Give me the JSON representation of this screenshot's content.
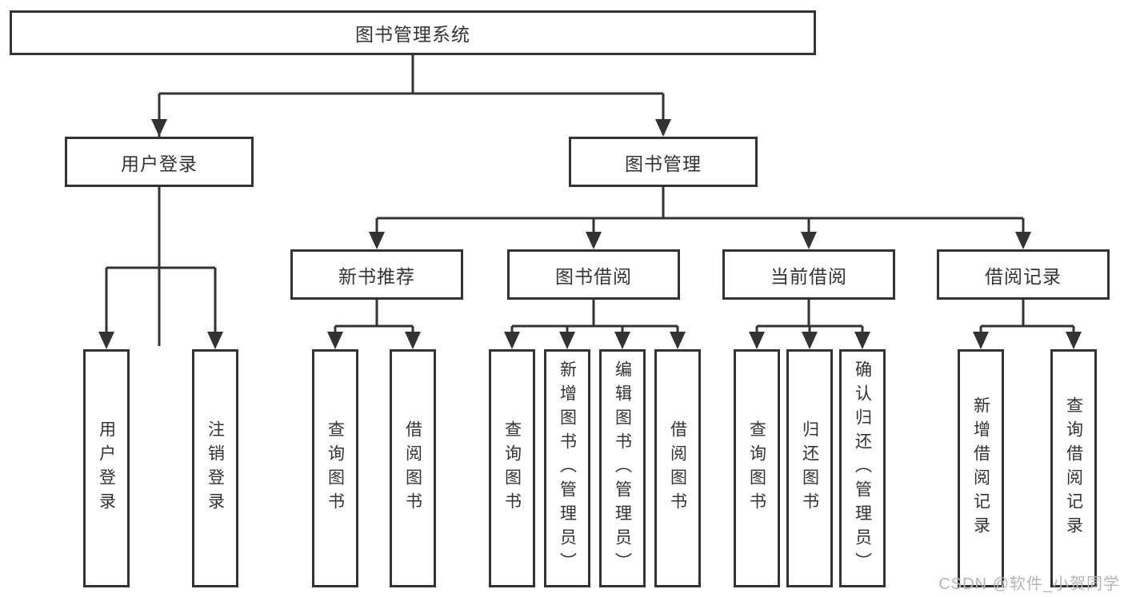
{
  "diagram": {
    "root": {
      "label": "图书管理系统"
    },
    "branches": {
      "user": {
        "label": "用户登录",
        "children": {
          "login": {
            "label": "用户登录"
          },
          "logout": {
            "label": "注销登录"
          }
        }
      },
      "books": {
        "label": "图书管理",
        "sections": {
          "recommend": {
            "label": "新书推荐",
            "children": {
              "query": {
                "label": "查询图书"
              },
              "borrow": {
                "label": "借阅图书"
              }
            }
          },
          "borrow": {
            "label": "图书借阅",
            "children": {
              "query": {
                "label": "查询图书"
              },
              "add": {
                "label": "新增图书（管理员）"
              },
              "edit": {
                "label": "编辑图书（管理员）"
              },
              "borrow": {
                "label": "借阅图书"
              }
            }
          },
          "current": {
            "label": "当前借阅",
            "children": {
              "query": {
                "label": "查询图书"
              },
              "return": {
                "label": "归还图书"
              },
              "confirm": {
                "label": "确认归还（管理员）"
              }
            }
          },
          "records": {
            "label": "借阅记录",
            "children": {
              "add": {
                "label": "新增借阅记录"
              },
              "query": {
                "label": "查询借阅记录"
              }
            }
          }
        }
      }
    }
  },
  "watermark": {
    "text": "CSDN @软件_小贺同学"
  },
  "colors": {
    "line": "#333333",
    "box_border": "#333333",
    "box_fill": "#ffffff",
    "text": "#333333",
    "watermark": "#b5b5b8",
    "background": "#ffffff"
  }
}
